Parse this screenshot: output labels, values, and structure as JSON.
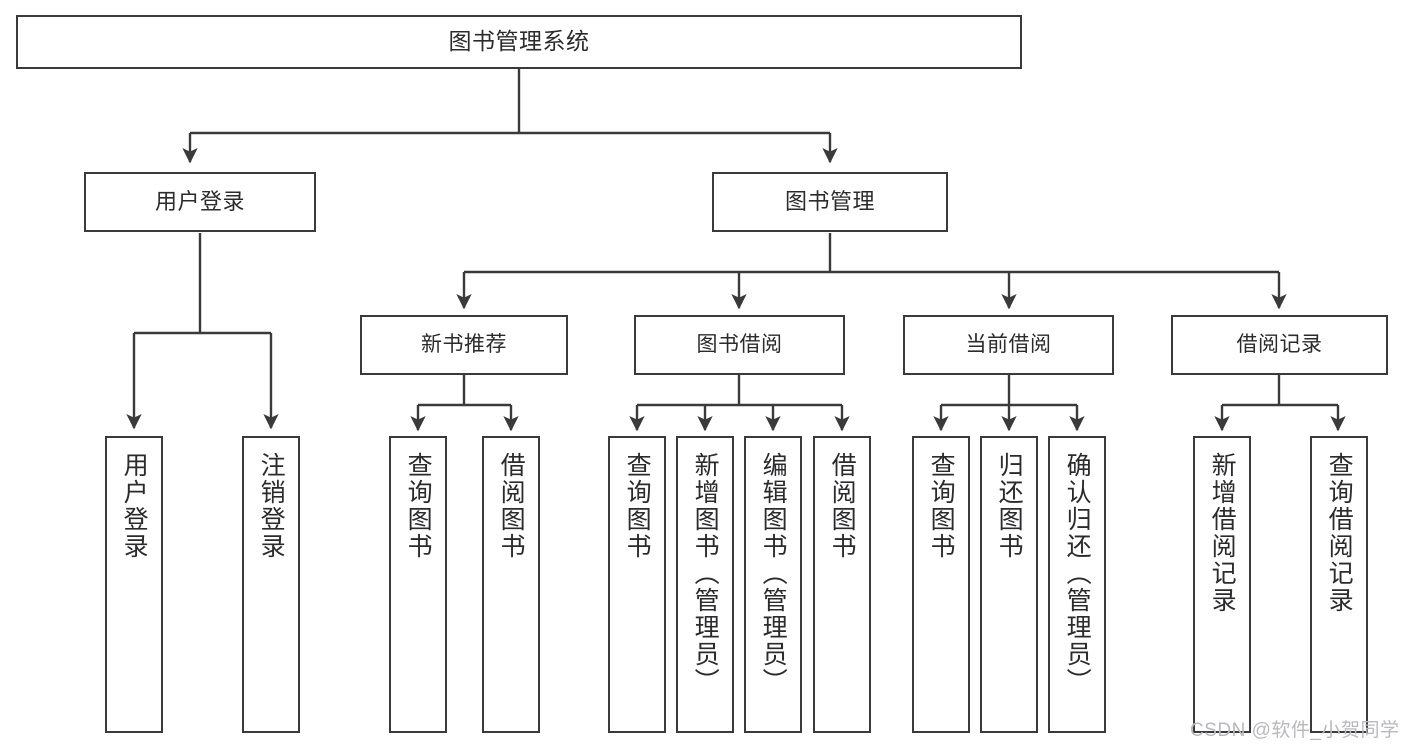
{
  "diagram": {
    "type": "tree-hierarchy",
    "title": "图书管理系统",
    "root": {
      "label": "图书管理系统"
    },
    "level2": [
      {
        "label": "用户登录"
      },
      {
        "label": "图书管理"
      }
    ],
    "level3": [
      {
        "label": "新书推荐"
      },
      {
        "label": "图书借阅"
      },
      {
        "label": "当前借阅"
      },
      {
        "label": "借阅记录"
      }
    ],
    "leaves": {
      "user_login": [
        {
          "label": "用户登录"
        },
        {
          "label": "注销登录"
        }
      ],
      "new_book_recommend": [
        {
          "label": "查询图书"
        },
        {
          "label": "借阅图书"
        }
      ],
      "book_borrow": [
        {
          "label": "查询图书"
        },
        {
          "label": "新增图书（管理员）"
        },
        {
          "label": "编辑图书（管理员）"
        },
        {
          "label": "借阅图书"
        }
      ],
      "current_borrow": [
        {
          "label": "查询图书"
        },
        {
          "label": "归还图书"
        },
        {
          "label": "确认归还（管理员）"
        }
      ],
      "borrow_record": [
        {
          "label": "新增借阅记录"
        },
        {
          "label": "查询借阅记录"
        }
      ]
    },
    "watermark": "CSDN @软件_小贺同学",
    "colors": {
      "stroke": "#3a3a3c",
      "text": "#2b2b2d",
      "background": "#ffffff",
      "watermark": "#b9b9bd"
    }
  }
}
